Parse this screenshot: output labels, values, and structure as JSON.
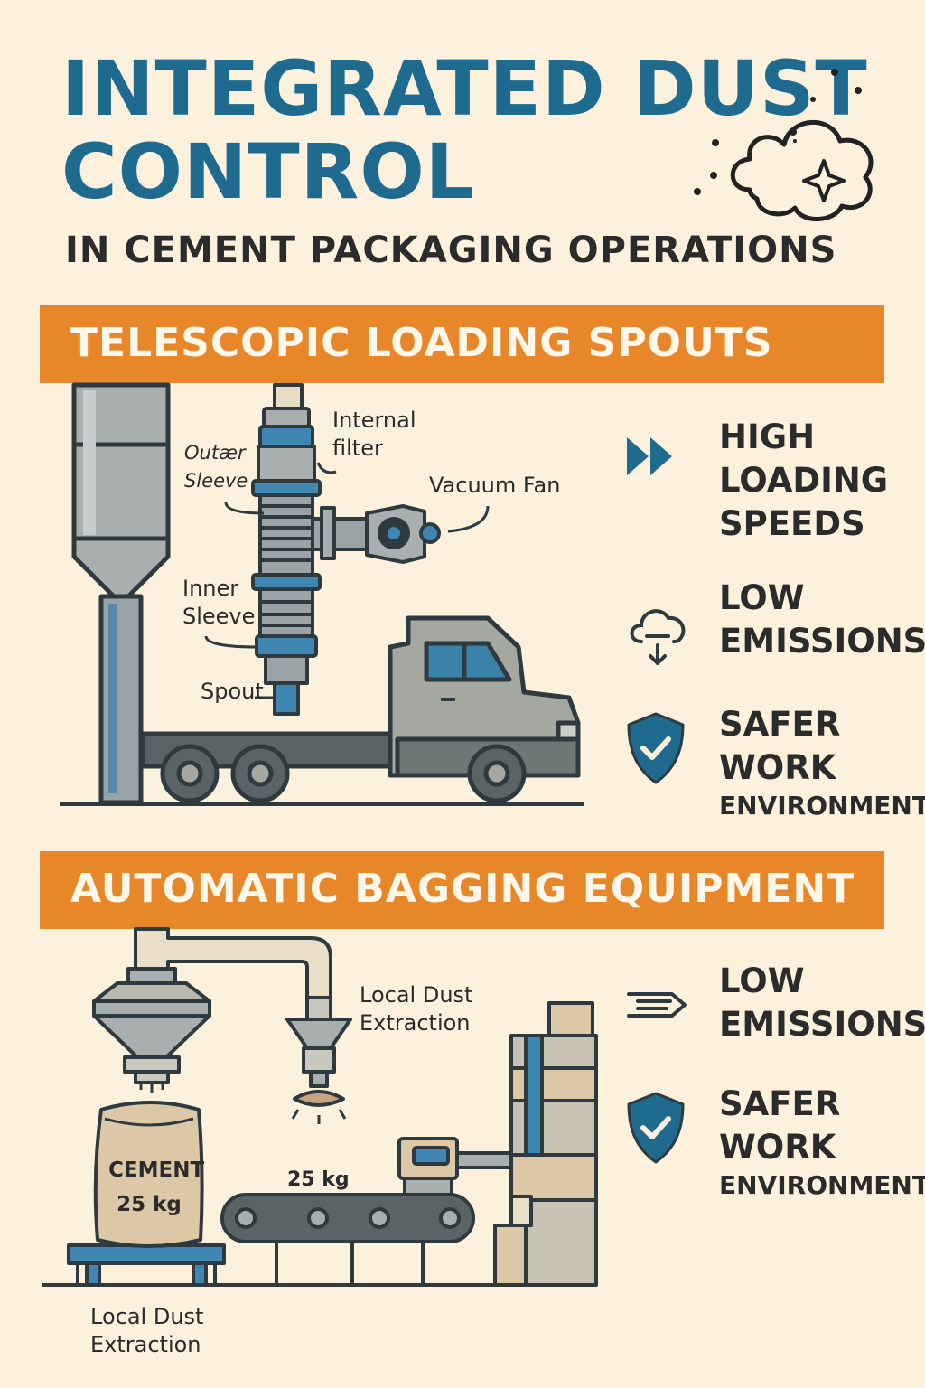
{
  "header": {
    "title_line1": "INTEGRATED DUST",
    "title_line2": "CONTROL",
    "subtitle": "IN CEMENT PACKAGING OPERATIONS"
  },
  "section_spouts": {
    "banner": "TELESCOPIC LOADING SPOUTS",
    "labels": {
      "internal_filter_1": "Internal",
      "internal_filter_2": "filter",
      "outer_sleeve_1": "Outær",
      "outer_sleeve_2": "Sleeve",
      "vacuum_fan": "Vacuum Fan",
      "inner_sleeve_1": "Inner",
      "inner_sleeve_2": "Sleeve",
      "spout": "Spout"
    },
    "benefits": [
      {
        "icon": "fast-forward-icon",
        "lines": [
          "HIGH",
          "LOADING",
          "SPEEDS"
        ]
      },
      {
        "icon": "cloud-download-icon",
        "lines": [
          "LOW",
          "EMISSIONS"
        ]
      },
      {
        "icon": "shield-check-icon",
        "lines": [
          "SAFER",
          "WORK"
        ],
        "sub": "ENVIRONMENT"
      }
    ]
  },
  "section_bagging": {
    "banner": "AUTOMATIC BAGGING EQUIPMENT",
    "labels": {
      "local_dust_top_1": "Local Dust",
      "local_dust_top_2": "Extraction",
      "bag_text_1": "CEMENT",
      "bag_text_2": "25 kg",
      "conveyor_weight": "25 kg",
      "local_dust_bottom_1": "Local Dust",
      "local_dust_bottom_2": "Extraction"
    },
    "benefits": [
      {
        "icon": "wind-icon",
        "lines": [
          "LOW",
          "EMISSIONS"
        ]
      },
      {
        "icon": "shield-check-icon",
        "lines": [
          "SAFER",
          "WORK"
        ],
        "sub": "ENVIRONMENT"
      }
    ]
  },
  "colors": {
    "title_blue": "#1f6a8f",
    "banner_orange": "#e8862a",
    "background": "#fbf1dc",
    "steel": "#a7aaa5",
    "accent_blue": "#3f86b3"
  }
}
